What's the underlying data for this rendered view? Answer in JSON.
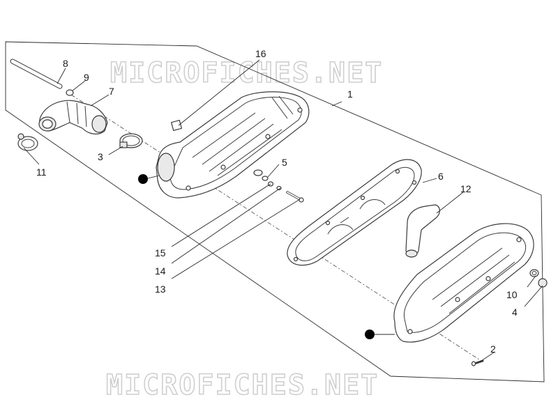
{
  "watermark": {
    "top": "MICROFICHES.NET",
    "bottom": "MICROFICHES.NET"
  },
  "callouts": [
    "1",
    "2",
    "3",
    "4",
    "5",
    "6",
    "7",
    "8",
    "9",
    "10",
    "11",
    "12",
    "13",
    "14",
    "15",
    "16"
  ],
  "colors": {
    "line": "#2a2a2a",
    "watermark": "#cfcfcf",
    "marker": "#000000"
  }
}
